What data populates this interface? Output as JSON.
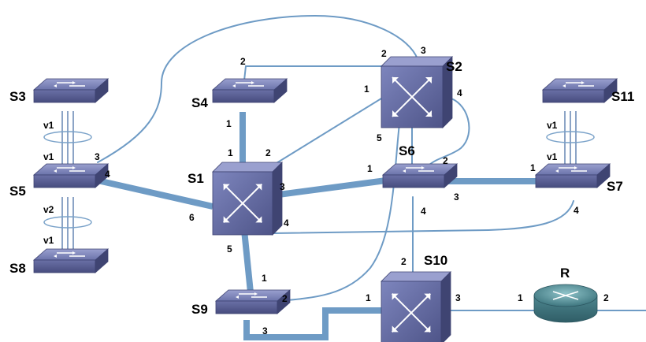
{
  "colors": {
    "link": "#6e9bc5",
    "switch_top": "#7e86b9",
    "switch_side": "#4e5486",
    "router": "#4a7e86"
  },
  "devices": {
    "s1": "S1",
    "s2": "S2",
    "s3": "S3",
    "s4": "S4",
    "s5": "S5",
    "s6": "S6",
    "s7": "S7",
    "s8": "S8",
    "s9": "S9",
    "s10": "S10",
    "s11": "S11",
    "r": "R"
  },
  "ports": {
    "s1_1": "1",
    "s1_2": "2",
    "s1_3": "3",
    "s1_4": "4",
    "s1_5": "5",
    "s1_6": "6",
    "s2_1": "1",
    "s2_2": "2",
    "s2_3": "3",
    "s2_4": "4",
    "s2_5": "5",
    "s4_1": "1",
    "s4_2": "2",
    "s5_3": "3",
    "s5_4": "4",
    "s6_1": "1",
    "s6_2": "2",
    "s6_3": "3",
    "s6_4": "4",
    "s7_1": "1",
    "s7_4": "4",
    "s9_1": "1",
    "s9_2": "2",
    "s9_3": "3",
    "s10_1": "1",
    "s10_2": "2",
    "s10_3": "3",
    "r_1": "1",
    "r_2": "2"
  },
  "vlans": {
    "s3_bottom": "v1",
    "s5_top": "v1",
    "s5_bottom": "v2",
    "s8_top": "v1",
    "s11_bottom": "v1",
    "s7_top": "v1"
  }
}
